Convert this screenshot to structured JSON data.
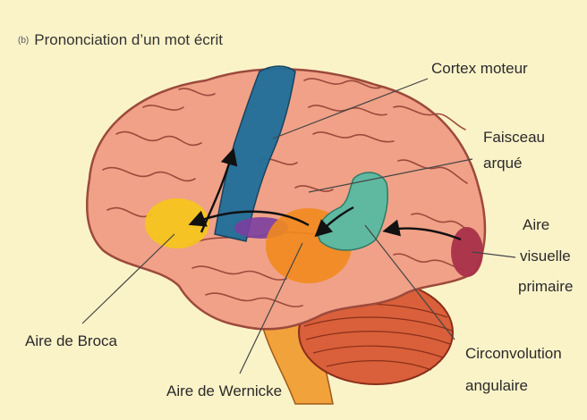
{
  "title": {
    "marker": "(b)",
    "text": "Prononciation d’un mot écrit"
  },
  "labels": {
    "cortex_moteur": "Cortex moteur",
    "faisceau_arque_1": "Faisceau",
    "faisceau_arque_2": "arqué",
    "aire_visuelle_1": "Aire",
    "aire_visuelle_2": "visuelle",
    "aire_visuelle_3": "primaire",
    "aire_broca": "Aire de Broca",
    "aire_wernicke": "Aire de Wernicke",
    "circonvolution_1": "Circonvolution",
    "circonvolution_2": "angulaire"
  },
  "colors": {
    "background": "#fbf3c8",
    "brain": "#f0a187",
    "brain_outline": "#9c4a3c",
    "motor_cortex": "#1f6f9a",
    "broca": "#f4c51d",
    "wernicke": "#f28a1e",
    "angular_gyrus": "#5fb8a0",
    "arcuate": "#7a3fa0",
    "visual_area": "#a8324a",
    "cerebellum": "#d9603a",
    "brainstem": "#f2a23a"
  }
}
